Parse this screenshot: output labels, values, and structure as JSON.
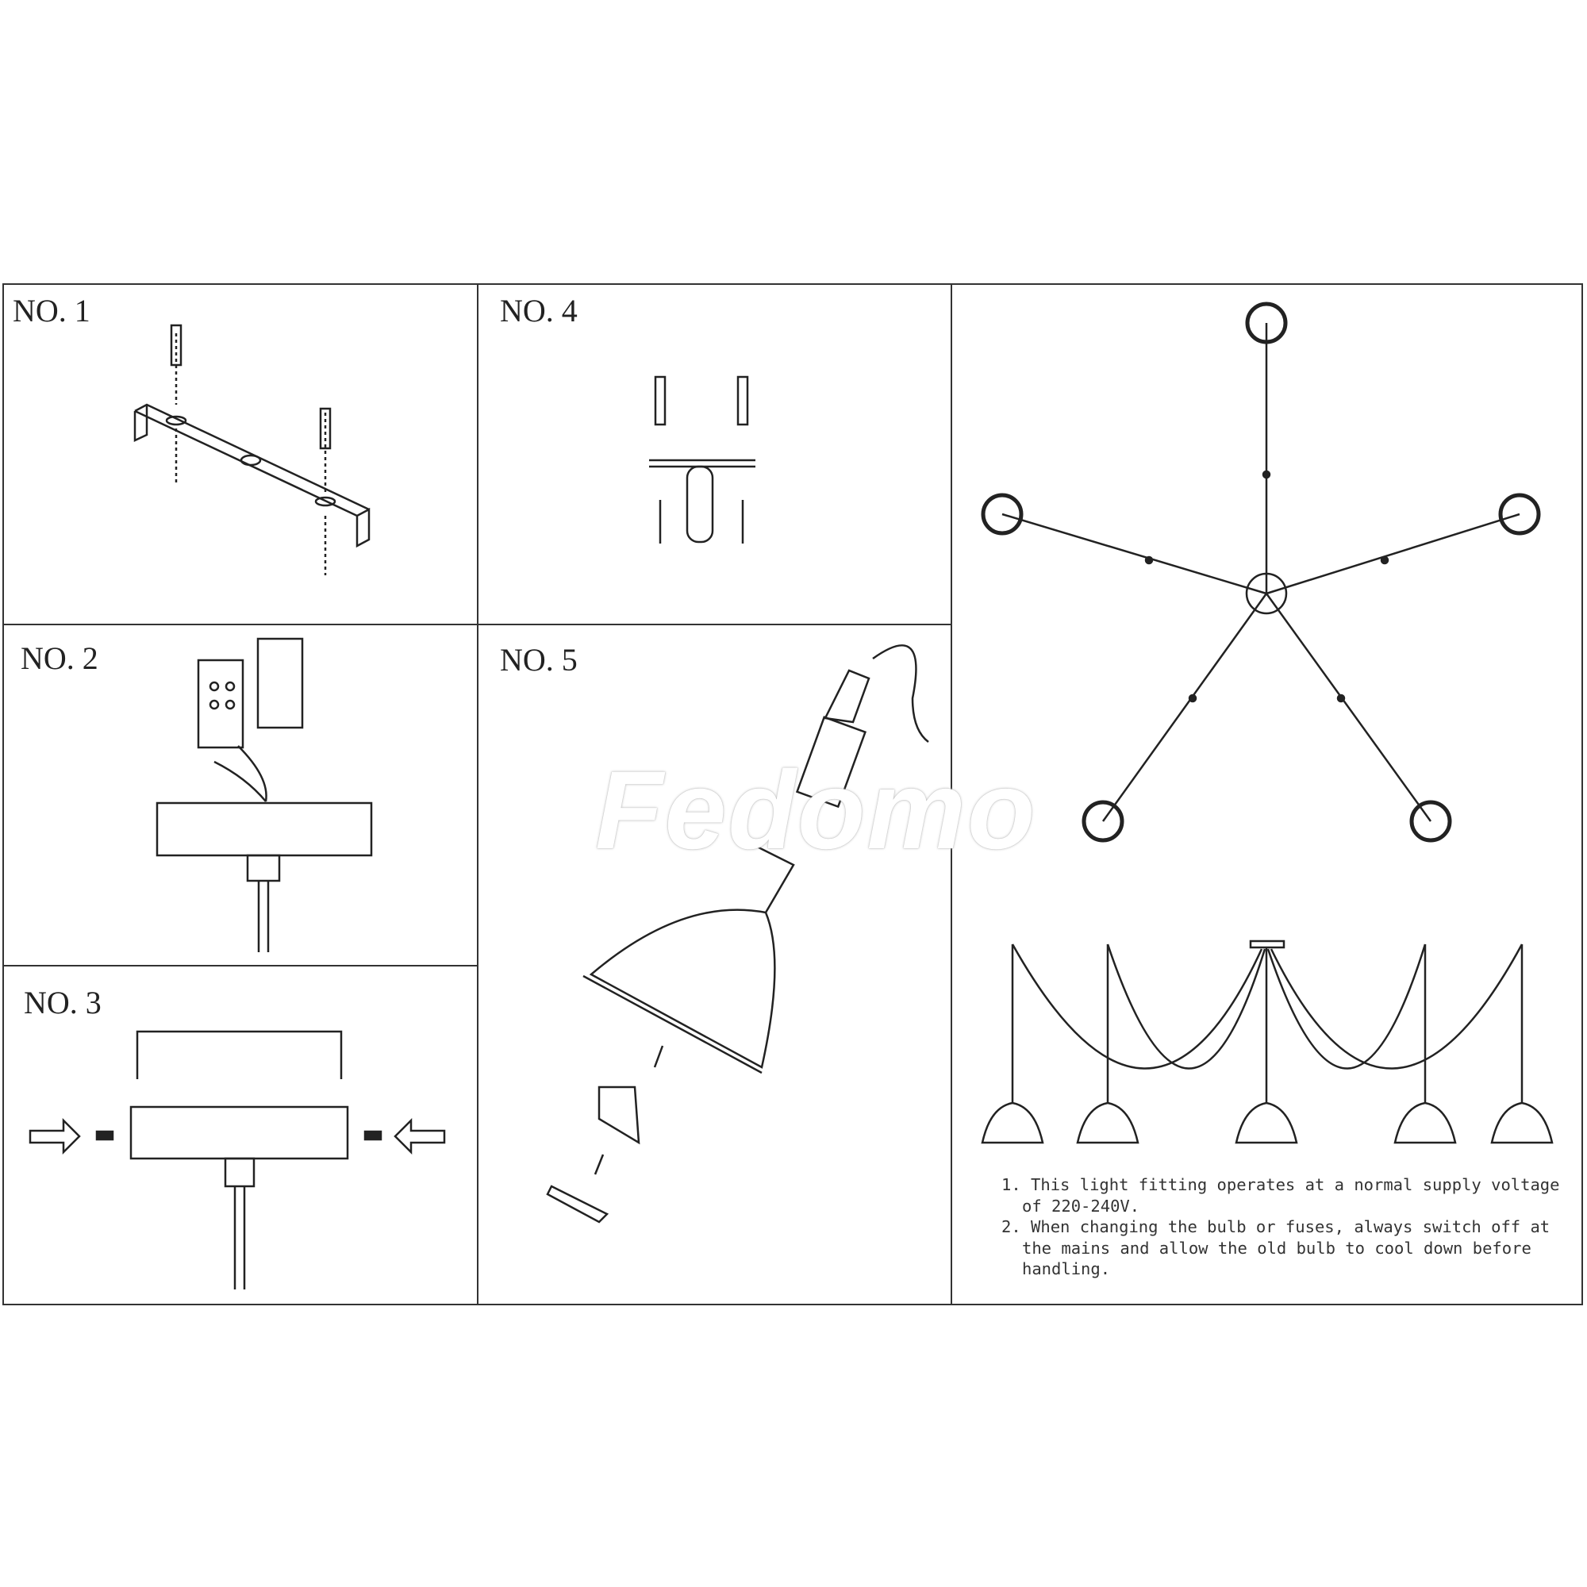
{
  "steps": [
    {
      "label": "NO. 1"
    },
    {
      "label": "NO. 2"
    },
    {
      "label": "NO. 3"
    },
    {
      "label": "NO. 4"
    },
    {
      "label": "NO. 5"
    }
  ],
  "watermark": "Fedomo",
  "notes": [
    "1. This light fitting operates at a normal supply voltage of 220-240V.",
    "2. When changing the bulb or fuses,  always switch off at the mains and allow the old bulb to cool down before handling."
  ]
}
